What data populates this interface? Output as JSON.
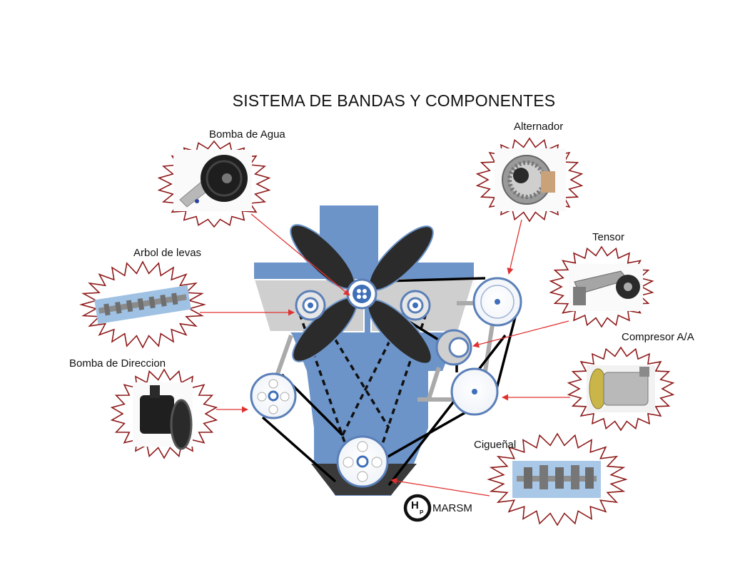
{
  "title": "SISTEMA DE BANDAS Y COMPONENTES",
  "labels": {
    "bomba_agua": "Bomba de Agua",
    "alternador": "Alternador",
    "arbol_levas": "Arbol de levas",
    "tensor": "Tensor",
    "compresor": "Compresor A/A",
    "bomba_direccion": "Bomba de Direccion",
    "ciguenal": "Cigueñal"
  },
  "logo": {
    "h": "H",
    "p": "P",
    "brand": "MARSM"
  },
  "colors": {
    "engine_blue": "#6c94c9",
    "head_gray": "#cfcfcf",
    "fan_dark": "#2b2b2b",
    "burst_red": "#8e1a1a",
    "arrow_red": "#e03030",
    "belt_black": "#000000",
    "pulley_stroke": "#5a7fb8"
  }
}
